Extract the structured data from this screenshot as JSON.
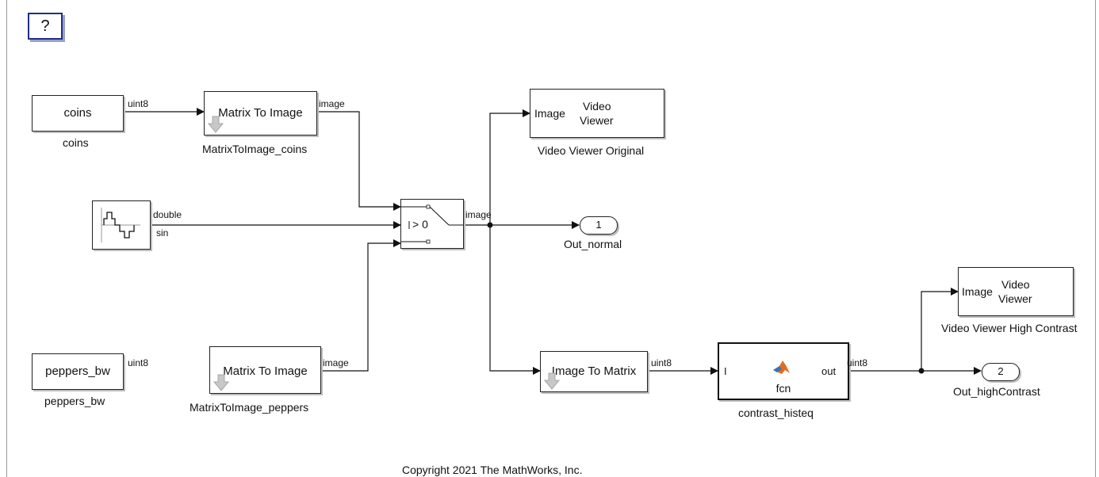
{
  "help_button": {
    "label": "?"
  },
  "blocks": {
    "coins": {
      "text": "coins",
      "name": "coins",
      "out_type": "uint8"
    },
    "mti_coins": {
      "text": "Matrix To Image",
      "name": "MatrixToImage_coins",
      "out_type": "image"
    },
    "sine": {
      "out_type": "double",
      "name": "sin"
    },
    "switch": {
      "text": "> 0",
      "out_type": "image"
    },
    "vv_orig": {
      "port": "Image",
      "text_line1": "Video",
      "text_line2": "Viewer",
      "name": "Video Viewer Original"
    },
    "out_normal": {
      "number": "1",
      "name": "Out_normal"
    },
    "peppers": {
      "text": "peppers_bw",
      "name": "peppers_bw",
      "out_type": "uint8"
    },
    "mti_peppers": {
      "text": "Matrix To Image",
      "name": "MatrixToImage_peppers",
      "out_type": "image"
    },
    "itm": {
      "text": "Image To Matrix",
      "out_type": "uint8"
    },
    "contrast": {
      "in_port": "I",
      "out_port": "out",
      "text": "fcn",
      "name": "contrast_histeq",
      "out_type": "uint8"
    },
    "vv_high": {
      "port": "Image",
      "text_line1": "Video",
      "text_line2": "Viewer",
      "name": "Video Viewer High Contrast"
    },
    "out_high": {
      "number": "2",
      "name": "Out_highContrast"
    }
  },
  "footer": {
    "copyright": "Copyright 2021 The MathWorks, Inc."
  },
  "colors": {
    "line": "#111111",
    "shadow": "#bdbdbd",
    "help_border": "#1f2f8a",
    "matlab_logo": "#e16c1e"
  }
}
